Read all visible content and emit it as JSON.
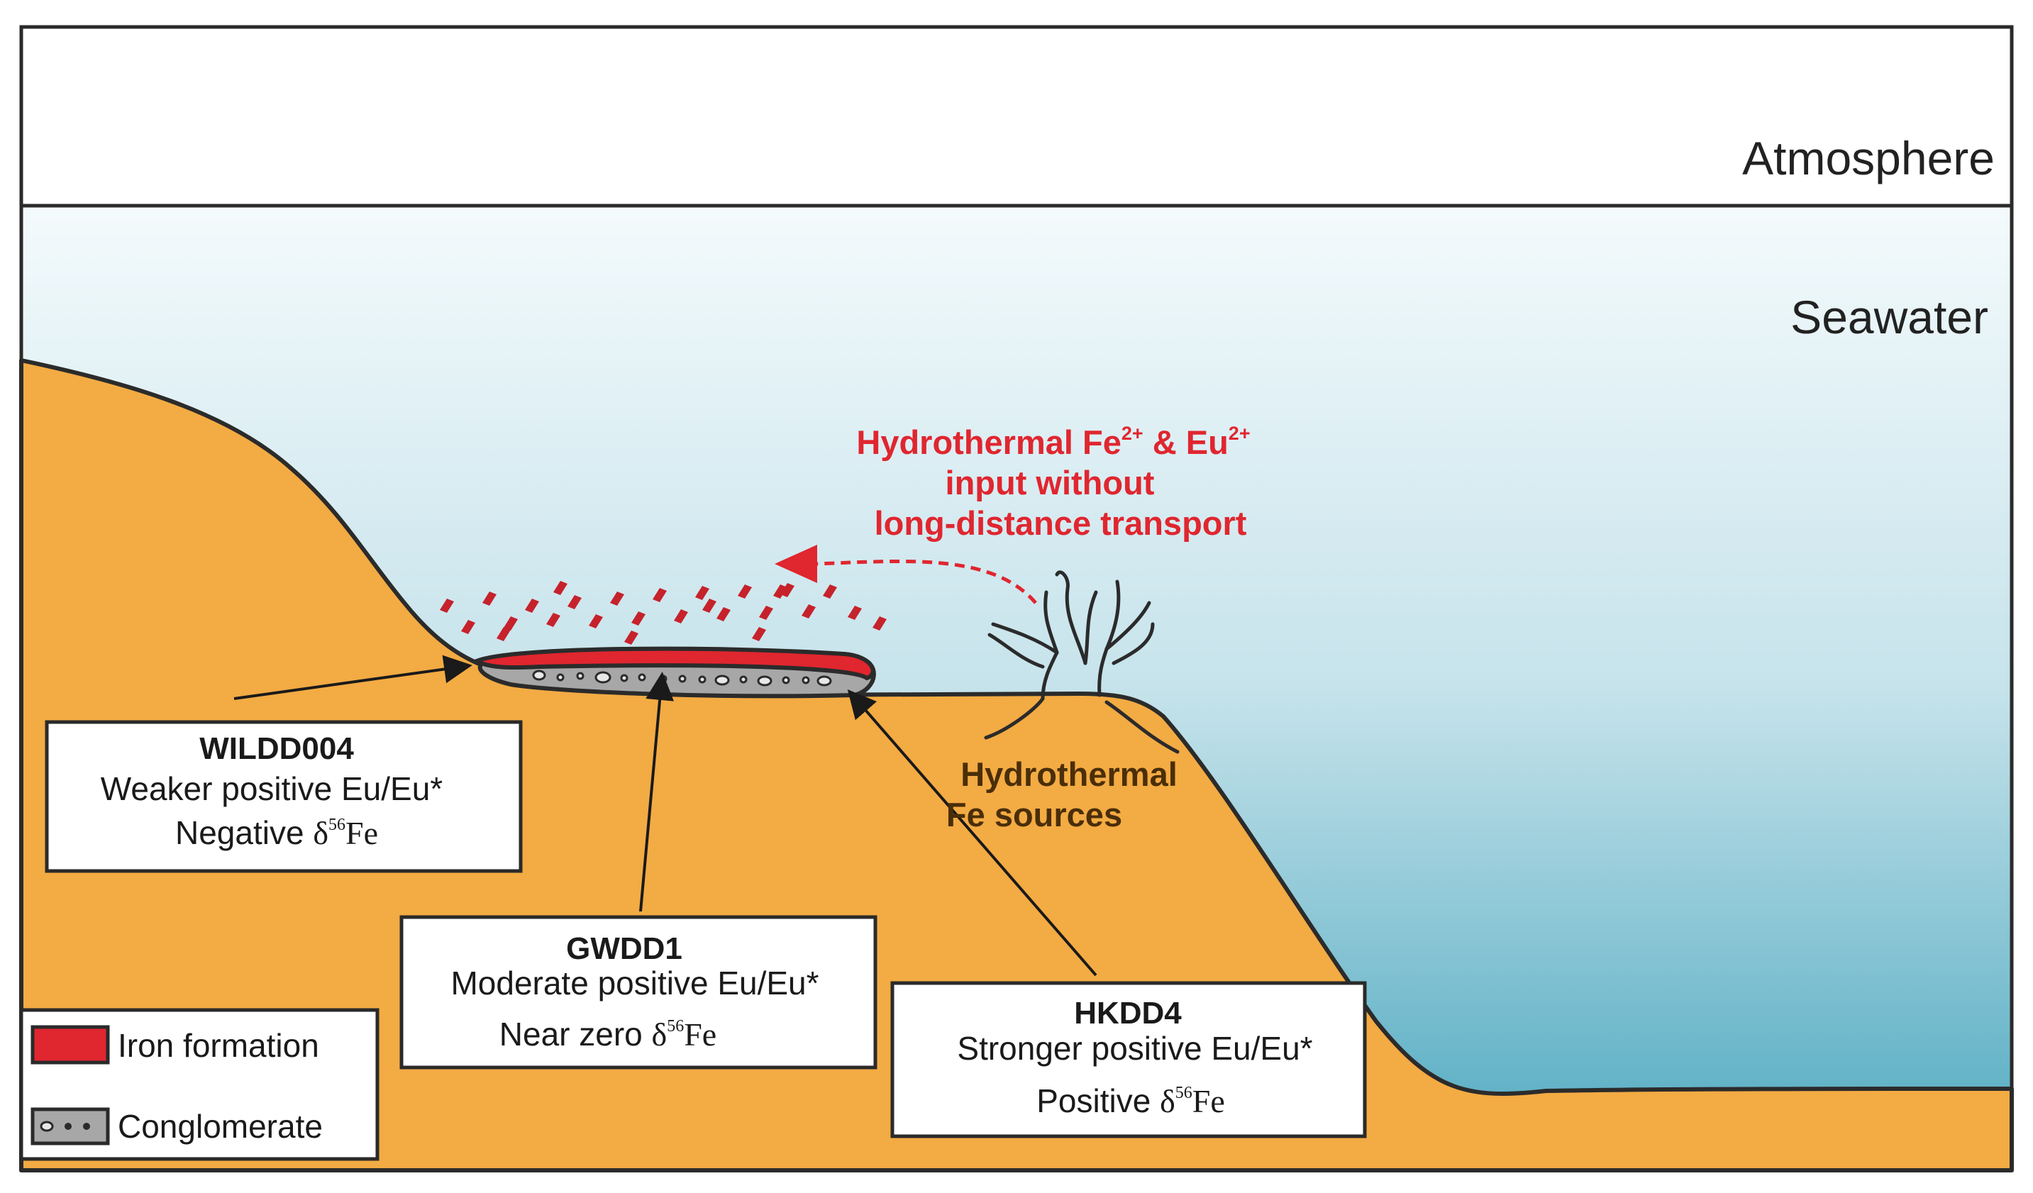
{
  "zones": {
    "atmosphere": "Atmosphere",
    "seawater": "Seawater"
  },
  "hydrothermal_input": {
    "line1_prefix": "Hydrothermal Fe",
    "line1_sup1": "2+",
    "line1_mid": " & Eu",
    "line1_sup2": "2+",
    "line2": "input without",
    "line3": "long-distance transport"
  },
  "sources": {
    "line1": "Hydrothermal",
    "line2": "Fe sources"
  },
  "samples": [
    {
      "id": "WILDD004",
      "eu": "Weaker positive Eu/Eu*",
      "fe_prefix": "Negative ",
      "delta": "δ",
      "sup": "56",
      "fe": "Fe"
    },
    {
      "id": "GWDD1",
      "eu": "Moderate positive Eu/Eu*",
      "fe_prefix": "Near zero ",
      "delta": "δ",
      "sup": "56",
      "fe": "Fe"
    },
    {
      "id": "HKDD4",
      "eu": "Stronger positive Eu/Eu*",
      "fe_prefix": "Positive ",
      "delta": "δ",
      "sup": "56",
      "fe": "Fe"
    }
  ],
  "legend": {
    "iron_formation": "Iron formation",
    "conglomerate": "Conglomerate"
  },
  "colors": {
    "land": "#F3AB43",
    "water_top": "#F2F9FB",
    "water_bottom": "#53ACC2",
    "iron": "#E0262F",
    "conglomerate": "#A7A7A7",
    "outline": "#2B2B2B",
    "source_text": "#4A2E09"
  }
}
